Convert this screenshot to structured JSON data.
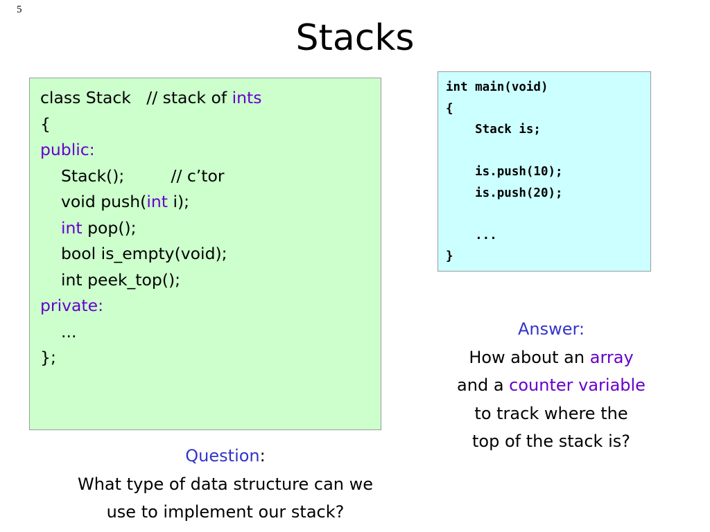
{
  "slide_number": "5",
  "title": "Stacks",
  "class_code": {
    "l1_text": "class Stack   // stack of ",
    "l1_kw": "ints",
    "l2": "{",
    "l3_kw": "public:",
    "l4": "Stack();         // c’tor",
    "l5_a": "void push(",
    "l5_kw": "int",
    "l5_b": " i);",
    "l6_kw": "int",
    "l6_b": " pop();",
    "l7": "bool is_empty(void);",
    "l8": "int peek_top();",
    "l9_kw": "private:",
    "l10": "...",
    "l11": "};"
  },
  "main_code": {
    "lines": [
      "int main(void)",
      "{",
      "    Stack is;",
      "",
      "    is.push(10);",
      "    is.push(20);",
      "",
      "    ...",
      "}"
    ]
  },
  "answer": {
    "label": "Answer:",
    "l2_text": "How about an ",
    "l2_kw": "array",
    "l3_text": "and a ",
    "l3_kw": "counter variable",
    "l4": "to track where the",
    "l5": "top of the stack is?"
  },
  "question": {
    "label": "Question",
    "colon": ":",
    "l2": "What type of data structure can we",
    "l3": "use to implement our stack?"
  },
  "colors": {
    "class_box_bg": "#ccffcc",
    "code_box_bg": "#ccffff",
    "keyword": "#6600cc",
    "label_blue": "#3333cc"
  }
}
